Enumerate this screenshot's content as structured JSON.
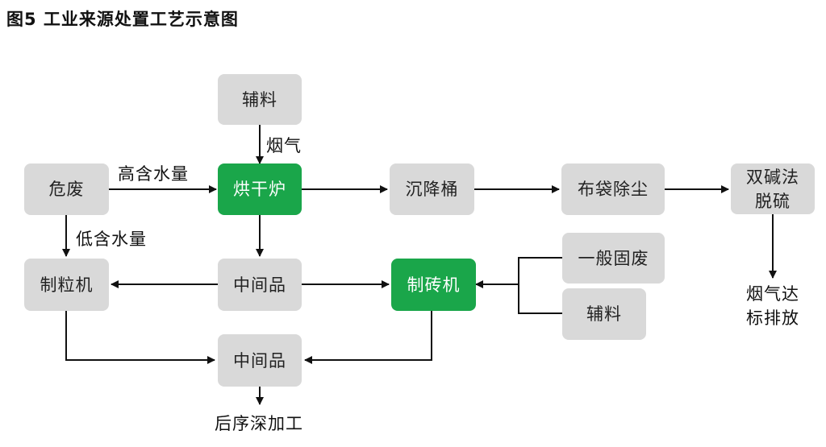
{
  "title": "图5  工业来源处置工艺示意图",
  "colors": {
    "node_gray": "#d9d9d9",
    "node_green": "#1aa64a",
    "edge": "#111111"
  },
  "nodes": {
    "hazardous_waste": "危废",
    "auxiliary_top": "辅料",
    "drying_furnace": "烘干炉",
    "settling_tank": "沉降桶",
    "bag_dust_removal": "布袋除尘",
    "double_alkali": "双碱法\n脱硫",
    "granulator": "制粒机",
    "intermediate_1": "中间品",
    "brick_machine": "制砖机",
    "general_solid_waste": "一般固废",
    "auxiliary_right": "辅料",
    "intermediate_2": "中间品"
  },
  "edge_labels": {
    "high_moisture": "高含水量",
    "low_moisture": "低含水量",
    "flue_gas": "烟气",
    "emission": "烟气达\n标排放",
    "further_processing": "后序深加工"
  }
}
